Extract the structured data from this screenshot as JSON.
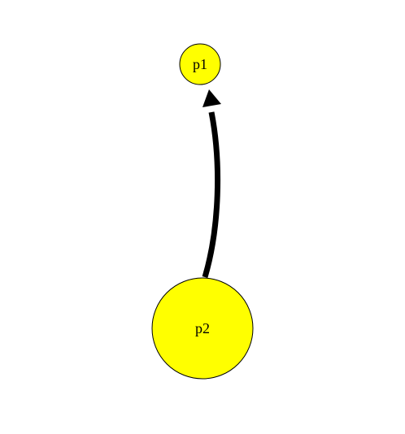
{
  "diagram": {
    "colors": {
      "node_fill": "#ffff00",
      "stroke": "#000000",
      "background": "#ffffff"
    },
    "nodes": [
      {
        "id": "p1",
        "label": "p1"
      },
      {
        "id": "p2",
        "label": "p2"
      }
    ],
    "edges": [
      {
        "from": "p2",
        "to": "p1",
        "directed": true
      }
    ]
  }
}
